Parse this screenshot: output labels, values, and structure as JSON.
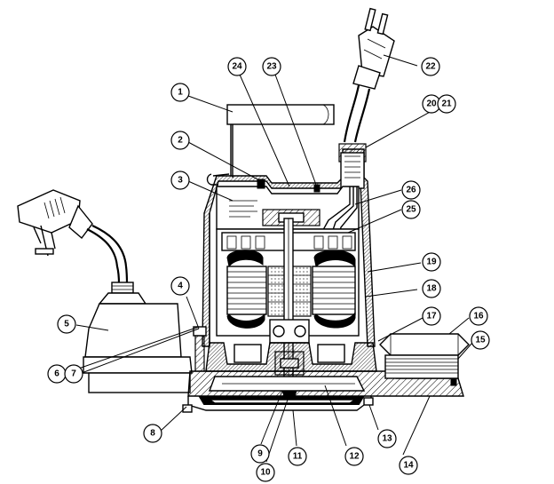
{
  "diagram": {
    "callouts": [
      {
        "id": "1",
        "label": "1"
      },
      {
        "id": "2",
        "label": "2"
      },
      {
        "id": "3",
        "label": "3"
      },
      {
        "id": "4",
        "label": "4"
      },
      {
        "id": "5",
        "label": "5"
      },
      {
        "id": "6",
        "label": "6"
      },
      {
        "id": "7",
        "label": "7"
      },
      {
        "id": "8",
        "label": "8"
      },
      {
        "id": "9",
        "label": "9"
      },
      {
        "id": "10",
        "label": "10"
      },
      {
        "id": "11",
        "label": "11"
      },
      {
        "id": "12",
        "label": "12"
      },
      {
        "id": "13",
        "label": "13"
      },
      {
        "id": "14",
        "label": "14"
      },
      {
        "id": "15",
        "label": "15"
      },
      {
        "id": "16",
        "label": "16"
      },
      {
        "id": "17",
        "label": "17"
      },
      {
        "id": "18",
        "label": "18"
      },
      {
        "id": "19",
        "label": "19"
      },
      {
        "id": "20",
        "label": "20"
      },
      {
        "id": "21",
        "label": "21"
      },
      {
        "id": "22",
        "label": "22"
      },
      {
        "id": "23",
        "label": "23"
      },
      {
        "id": "24",
        "label": "24"
      },
      {
        "id": "25",
        "label": "25"
      },
      {
        "id": "26",
        "label": "26"
      }
    ]
  }
}
